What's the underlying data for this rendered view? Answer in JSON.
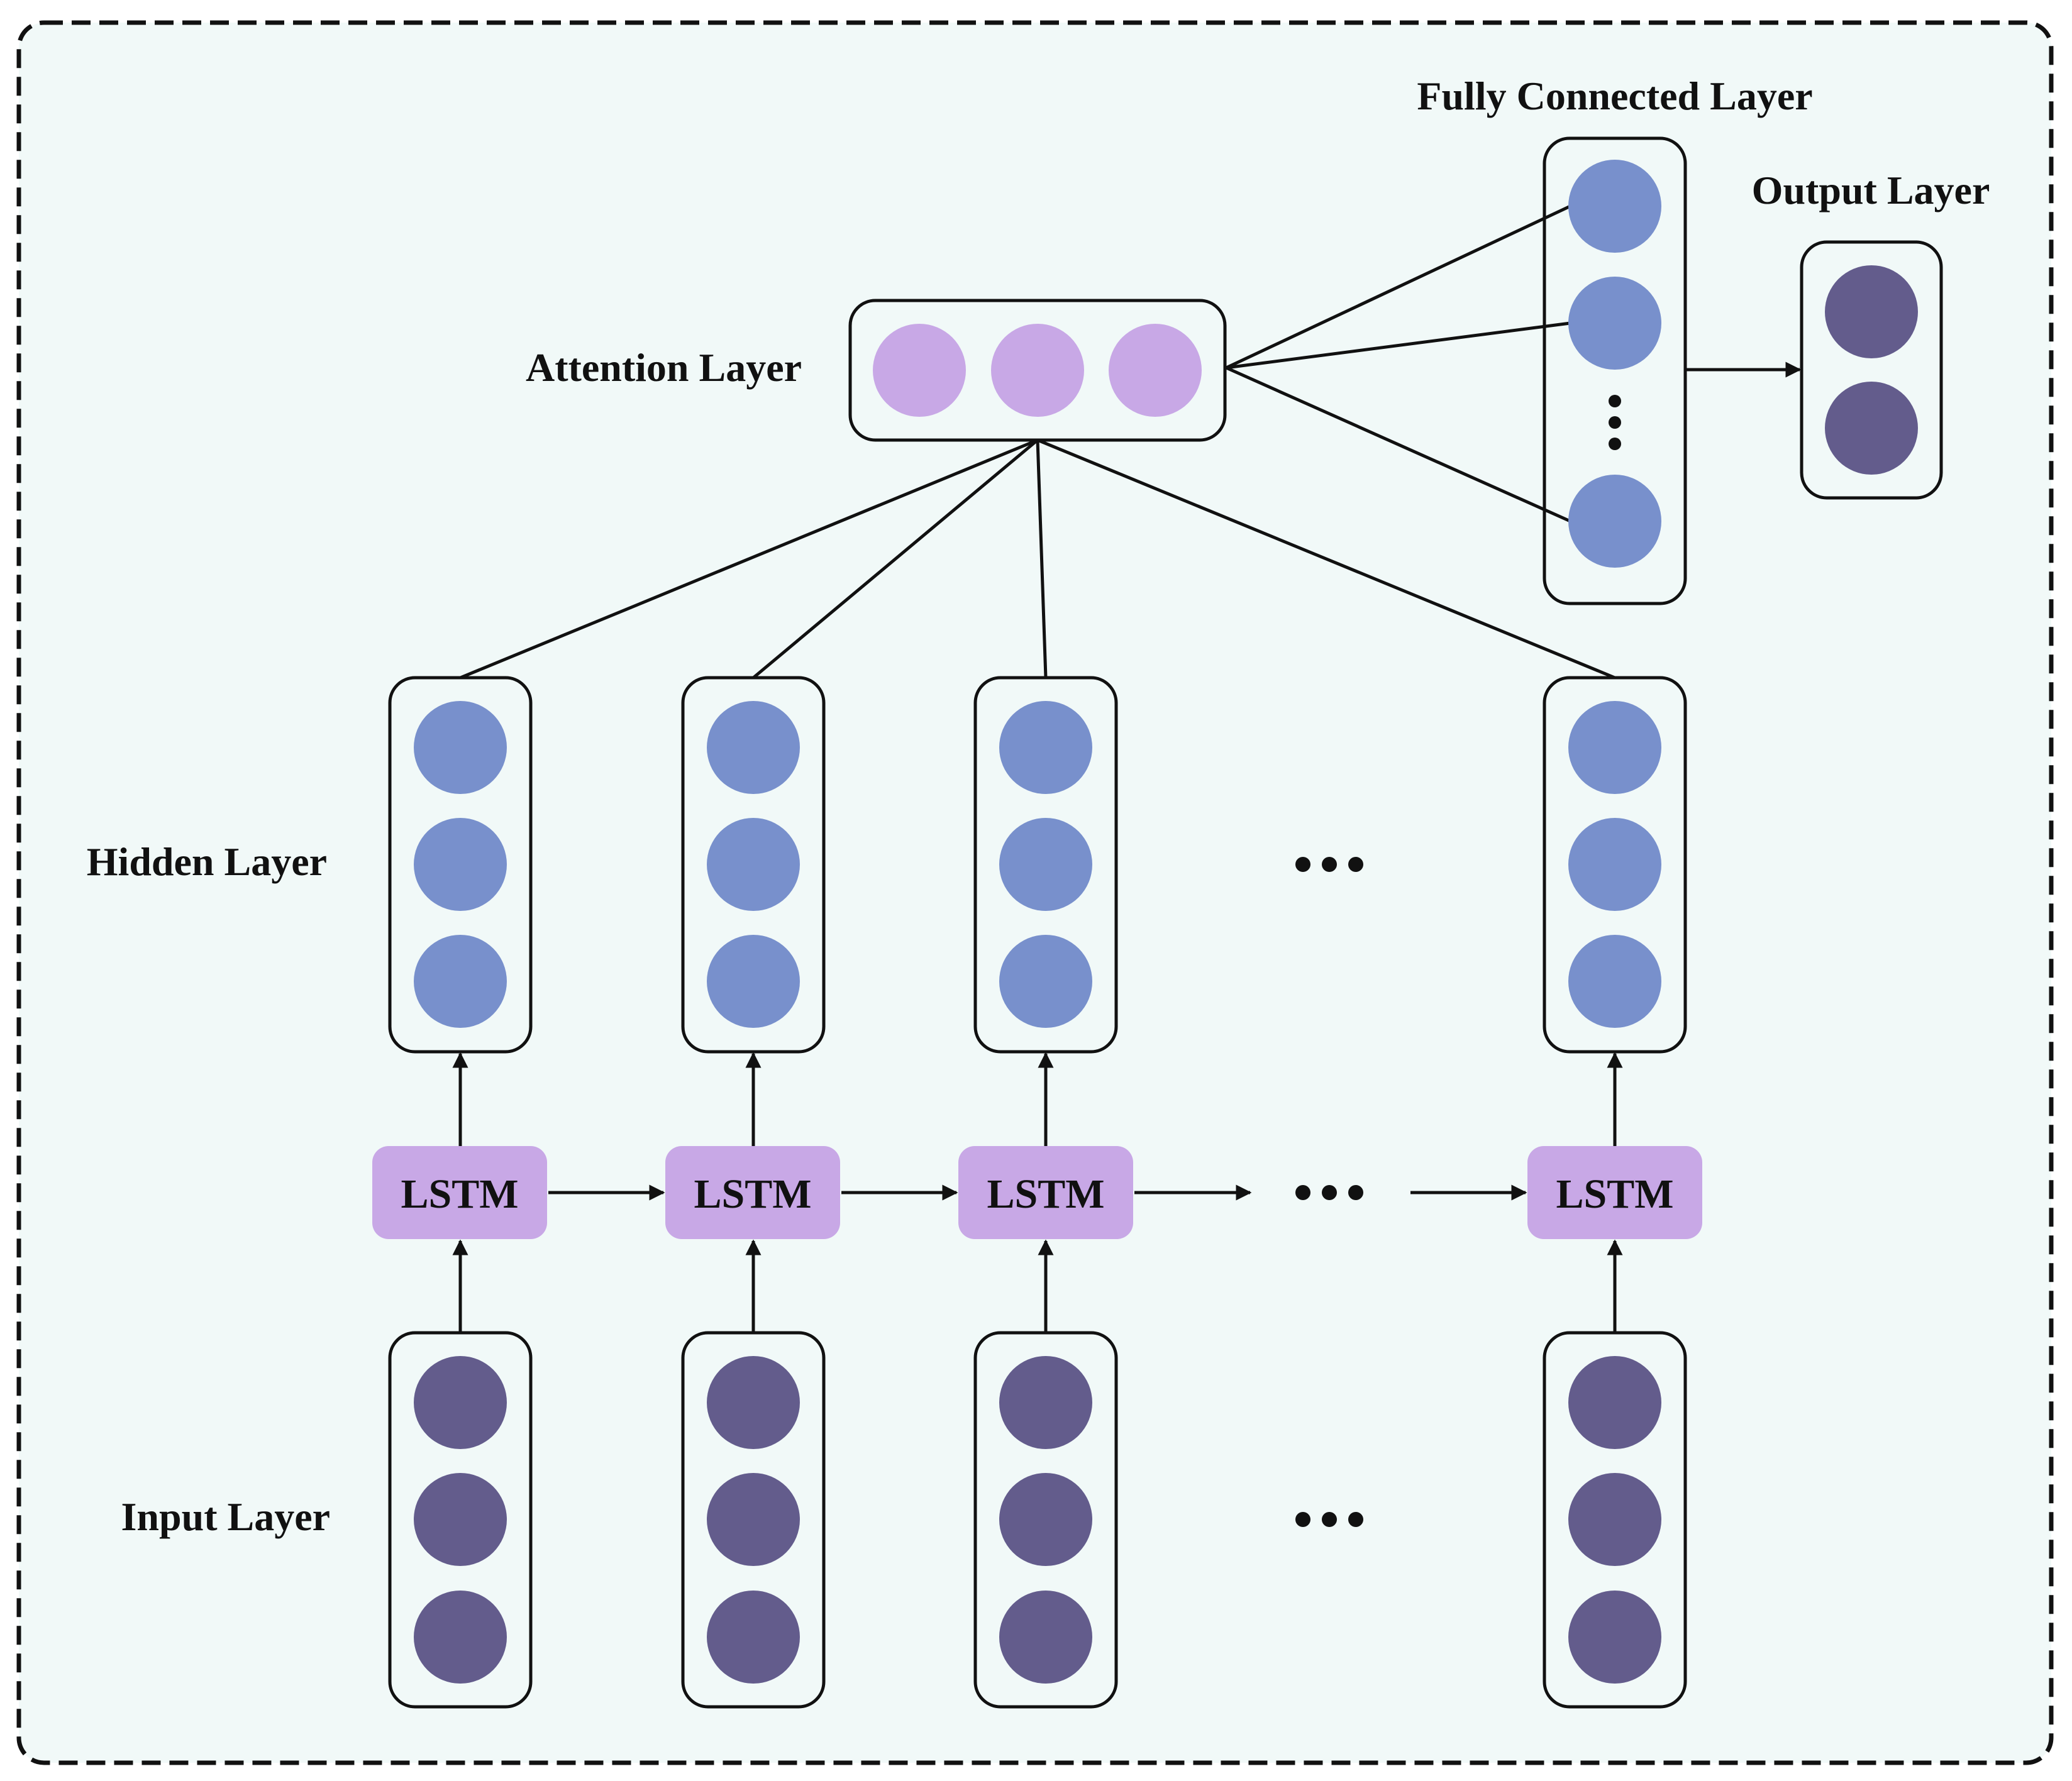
{
  "labels": {
    "fully_connected": "Fully Connected Layer",
    "output": "Output Layer",
    "attention": "Attention Layer",
    "hidden": "Hidden Layer",
    "input": "Input Layer"
  },
  "lstm_label": "LSTM",
  "time_steps_shown": 4,
  "colors": {
    "background": "#f1f9f8",
    "border": "#111111",
    "input_node": "#635c8c",
    "hidden_node": "#7890cc",
    "attention_node": "#c8a8e6",
    "lstm_block": "#c8a8e6",
    "output_node": "#635c8c",
    "fc_node": "#7890cc"
  },
  "icons": {
    "ellipsis_horizontal": "ellipsis-icon",
    "ellipsis_vertical": "vertical-ellipsis-icon"
  }
}
